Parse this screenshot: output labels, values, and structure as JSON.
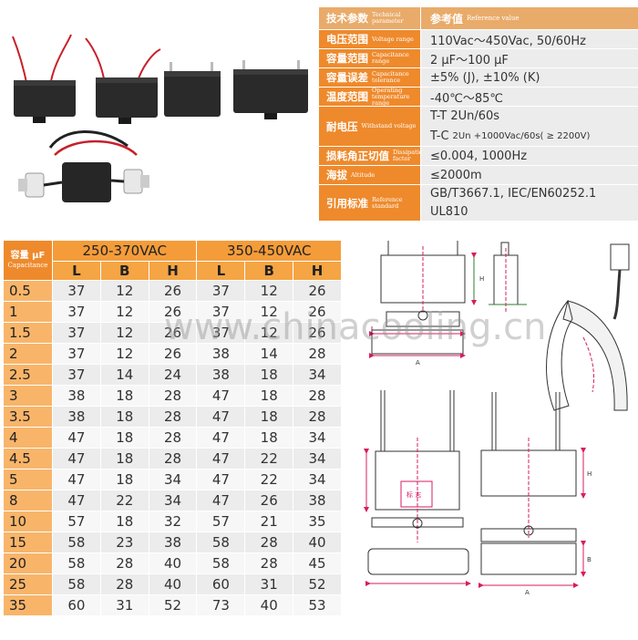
{
  "specs": {
    "header": {
      "label_cn": "技术参数",
      "label_en": "Technical parameter",
      "value_cn": "参考值",
      "value_en": "Reference value"
    },
    "rows": [
      {
        "label_cn": "电压范围",
        "label_en": "Voltage range",
        "values": [
          "110Vac～450Vac, 50/60Hz"
        ]
      },
      {
        "label_cn": "容量范围",
        "label_en": "Capacitance range",
        "values": [
          "2 μF～100 μF"
        ]
      },
      {
        "label_cn": "容量误差",
        "label_en": "Capacitance tolerance",
        "values": [
          "±5% (J), ±10% (K)"
        ]
      },
      {
        "label_cn": "温度范围",
        "label_en": "Operating temperature range",
        "values": [
          "-40℃～85℃"
        ]
      },
      {
        "label_cn": "耐电压",
        "label_en": "Withstand voltage",
        "values": [
          "T-T 2Un/60s",
          "T-C"
        ],
        "tc_detail": "2Un +1000Vac/60s( ≥ 2200V)"
      },
      {
        "label_cn": "损耗角正切值",
        "label_en": "Dissipation factor",
        "values": [
          "≤0.004, 1000Hz"
        ]
      },
      {
        "label_cn": "海拔",
        "label_en": "Altitude",
        "values": [
          "≤2000m"
        ]
      },
      {
        "label_cn": "引用标准",
        "label_en": "Reference standard",
        "values": [
          "GB/T3667.1, IEC/EN60252.1",
          "UL810"
        ]
      }
    ]
  },
  "dims": {
    "cap_label_cn": "容量 μF",
    "cap_label_en": "Capacitance",
    "groups": [
      "250-370VAC",
      "350-450VAC"
    ],
    "sub": [
      "L",
      "B",
      "H",
      "L",
      "B",
      "H"
    ],
    "rows": [
      {
        "cap": "0.5",
        "vals": [
          "37",
          "12",
          "26",
          "37",
          "12",
          "26"
        ]
      },
      {
        "cap": "1",
        "vals": [
          "37",
          "12",
          "26",
          "37",
          "12",
          "26"
        ]
      },
      {
        "cap": "1.5",
        "vals": [
          "37",
          "12",
          "26",
          "37",
          "12",
          "26"
        ]
      },
      {
        "cap": "2",
        "vals": [
          "37",
          "12",
          "26",
          "38",
          "14",
          "28"
        ]
      },
      {
        "cap": "2.5",
        "vals": [
          "37",
          "14",
          "24",
          "38",
          "18",
          "34"
        ]
      },
      {
        "cap": "3",
        "vals": [
          "38",
          "18",
          "28",
          "47",
          "18",
          "28"
        ]
      },
      {
        "cap": "3.5",
        "vals": [
          "38",
          "18",
          "28",
          "47",
          "18",
          "28"
        ]
      },
      {
        "cap": "4",
        "vals": [
          "47",
          "18",
          "28",
          "47",
          "18",
          "34"
        ]
      },
      {
        "cap": "4.5",
        "vals": [
          "47",
          "18",
          "28",
          "47",
          "22",
          "34"
        ]
      },
      {
        "cap": "5",
        "vals": [
          "47",
          "18",
          "34",
          "47",
          "22",
          "34"
        ]
      },
      {
        "cap": "8",
        "vals": [
          "47",
          "22",
          "34",
          "47",
          "26",
          "38"
        ]
      },
      {
        "cap": "10",
        "vals": [
          "57",
          "18",
          "32",
          "57",
          "21",
          "35"
        ]
      },
      {
        "cap": "15",
        "vals": [
          "58",
          "23",
          "38",
          "58",
          "28",
          "40"
        ]
      },
      {
        "cap": "20",
        "vals": [
          "58",
          "28",
          "40",
          "58",
          "28",
          "45"
        ]
      },
      {
        "cap": "25",
        "vals": [
          "58",
          "28",
          "40",
          "60",
          "31",
          "52"
        ]
      },
      {
        "cap": "35",
        "vals": [
          "60",
          "31",
          "52",
          "73",
          "40",
          "53"
        ]
      }
    ]
  },
  "watermark": "www.chinacooling.cn",
  "drawing_labels": {
    "height": "H",
    "length": "A",
    "width": "B",
    "plate": "标 志"
  },
  "colors": {
    "orange": "#ee8a2c",
    "orange_light": "#f8b56a",
    "gray_row": "#ececec",
    "dim_line": "#d81b60"
  }
}
